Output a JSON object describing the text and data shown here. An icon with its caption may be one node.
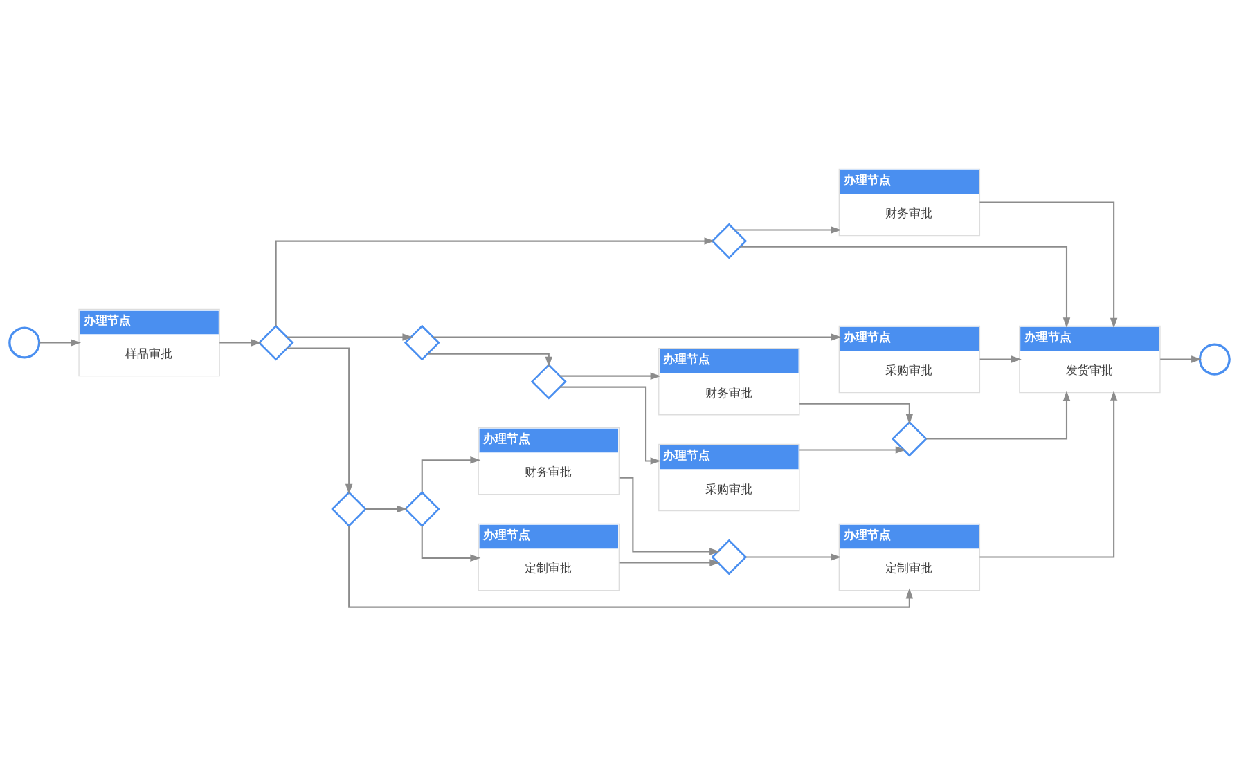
{
  "diagram": {
    "nodes": [
      {
        "text": [],
        "shape": "circle"
      },
      {
        "text": [
          "办理节点",
          "样品审批"
        ]
      },
      {
        "text": [],
        "shape": "diamond"
      },
      {
        "text": [],
        "shape": "diamond"
      },
      {
        "text": [
          "办理节点",
          "财务审批"
        ]
      },
      {
        "text": [],
        "shape": "diamond"
      },
      {
        "text": [
          "办理节点",
          "采购审批"
        ]
      },
      {
        "text": [],
        "shape": "diamond"
      },
      {
        "text": [
          "办理节点",
          "财务审批"
        ]
      },
      {
        "text": [
          "办理节点",
          "采购审批"
        ]
      },
      {
        "text": [],
        "shape": "diamond"
      },
      {
        "text": [],
        "shape": "diamond"
      },
      {
        "text": [],
        "shape": "diamond"
      },
      {
        "text": [
          "办理节点",
          "财务审批"
        ]
      },
      {
        "text": [
          "办理节点",
          "定制审批"
        ]
      },
      {
        "text": [],
        "shape": "diamond"
      },
      {
        "text": [
          "办理节点",
          "定制审批"
        ]
      },
      {
        "text": [
          "办理节点",
          "发货审批"
        ]
      },
      {
        "text": [],
        "shape": "circle"
      }
    ],
    "edges": [
      {
        "from": 0,
        "to": 1,
        "arrow": "to"
      },
      {
        "from": 1,
        "to": 2,
        "arrow": "to"
      },
      {
        "from": 2,
        "to": 3,
        "arrow": "to"
      },
      {
        "from": 2,
        "to": 5,
        "arrow": "to"
      },
      {
        "from": 2,
        "to": 11,
        "arrow": "to"
      },
      {
        "from": 3,
        "to": 4,
        "arrow": "to"
      },
      {
        "from": 3,
        "to": 17,
        "arrow": "to"
      },
      {
        "from": 4,
        "to": 17,
        "arrow": "to"
      },
      {
        "from": 5,
        "to": 6,
        "arrow": "to"
      },
      {
        "from": 5,
        "to": 7,
        "arrow": "to"
      },
      {
        "from": 6,
        "to": 17,
        "arrow": "to"
      },
      {
        "from": 7,
        "to": 8,
        "arrow": "to"
      },
      {
        "from": 7,
        "to": 9,
        "arrow": "to"
      },
      {
        "from": 8,
        "to": 10,
        "arrow": "to"
      },
      {
        "from": 9,
        "to": 10,
        "arrow": "to"
      },
      {
        "from": 10,
        "to": 17,
        "arrow": "to"
      },
      {
        "from": 11,
        "to": 12,
        "arrow": "to"
      },
      {
        "from": 11,
        "to": 16,
        "arrow": "to"
      },
      {
        "from": 12,
        "to": 13,
        "arrow": "to"
      },
      {
        "from": 12,
        "to": 14,
        "arrow": "to"
      },
      {
        "from": 13,
        "to": 15,
        "arrow": "to"
      },
      {
        "from": 14,
        "to": 15,
        "arrow": "to"
      },
      {
        "from": 15,
        "to": 16,
        "arrow": "to"
      },
      {
        "from": 16,
        "to": 17,
        "arrow": "to"
      },
      {
        "from": 17,
        "to": 18,
        "arrow": "to"
      }
    ]
  }
}
